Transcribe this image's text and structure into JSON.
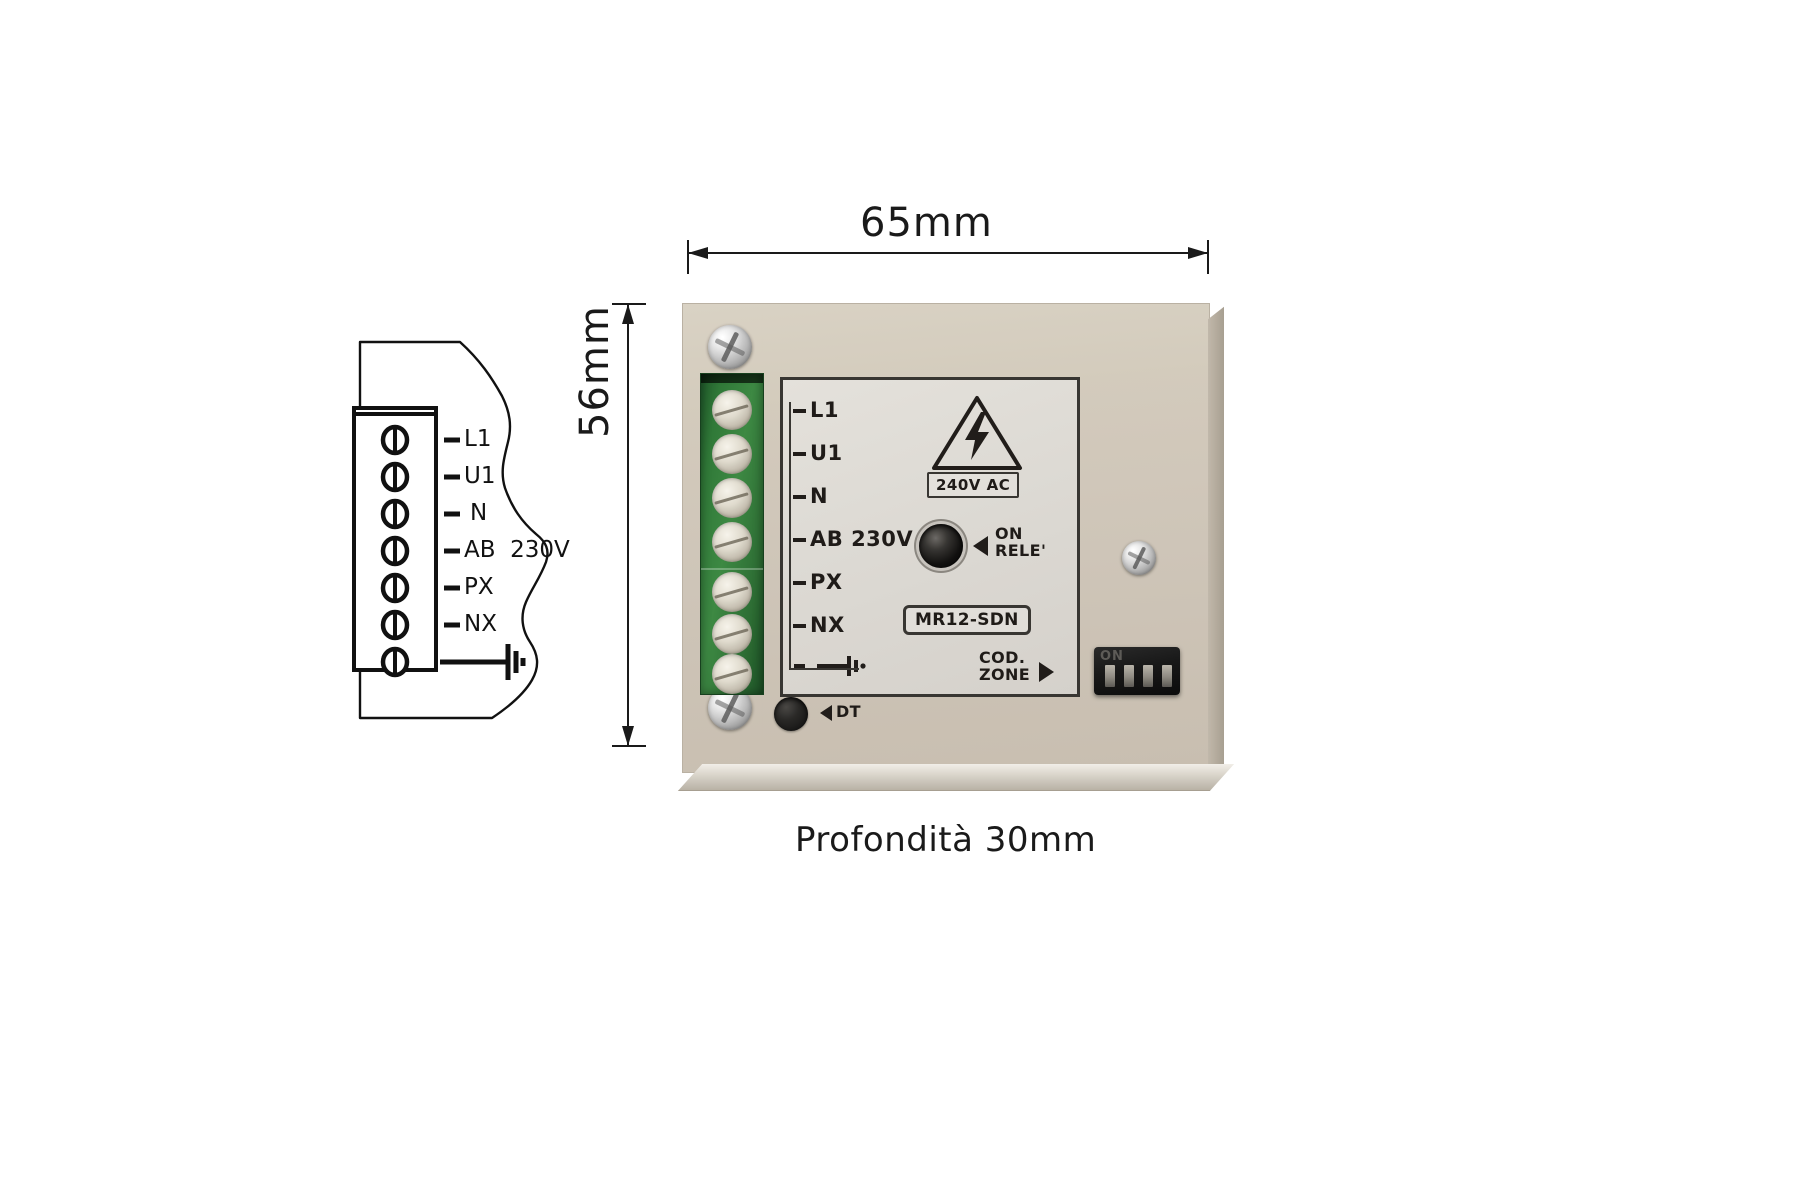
{
  "dimensions": {
    "width_label": "65mm",
    "height_label": "56mm",
    "depth_label": "Profondità 30mm"
  },
  "line_drawing": {
    "title": "side-view-terminal-block",
    "terminals": [
      {
        "label": "L1"
      },
      {
        "label": "U1"
      },
      {
        "label": "N"
      },
      {
        "label": "AB  230V"
      },
      {
        "label": "PX"
      },
      {
        "label": "NX"
      },
      {
        "label": ""
      }
    ],
    "ground_symbol": "earth-ground"
  },
  "device": {
    "model": "MR12-SDN",
    "voltage_warning": "240V AC",
    "warning_symbol": "high-voltage-lightning",
    "relay_indicator": {
      "line1": "ON",
      "line2": "RELE'"
    },
    "zone_code": {
      "line1": "COD.",
      "line2": "ZONE"
    },
    "dt_label": "DT",
    "dip_switch": {
      "on_text": "ON",
      "switch_count": 4
    },
    "terminal_labels": [
      {
        "label": "L1"
      },
      {
        "label": "U1"
      },
      {
        "label": "N"
      },
      {
        "label": "AB 230V"
      },
      {
        "label": "PX"
      },
      {
        "label": "NX"
      },
      {
        "label": ""
      }
    ],
    "terminal_screw_count": 7
  },
  "colors": {
    "housing": "#d2c9ba",
    "terminal_green": "#2f7a37",
    "label_panel": "#dad7d1",
    "ink": "#211d1a",
    "dip_black": "#1a1a1a"
  }
}
